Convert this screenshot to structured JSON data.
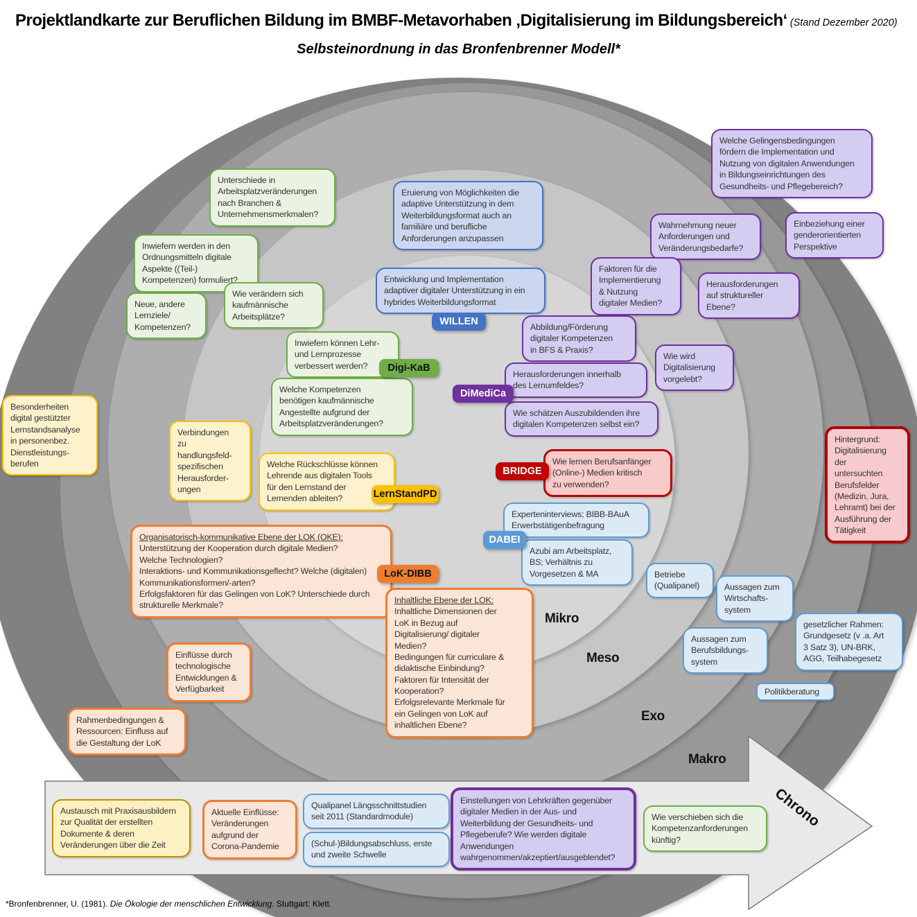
{
  "title": {
    "main": "Projektlandkarte zur Beruflichen Bildung im BMBF-Metavorhaben ‚Digitalisierung im Bildungsbereich‘",
    "stand": " (Stand Dezember 2020)"
  },
  "subtitle": "Selbsteinordnung in das Bronfenbrenner Modell*",
  "rings": {
    "mikro": "Mikro",
    "meso": "Meso",
    "exo": "Exo",
    "makro": "Makro"
  },
  "arrow_label": "Chrono",
  "footnote": {
    "pre": "*Bronfenbrenner, U. (1981). ",
    "italic": "Die Ökologie der menschlichen Entwicklung",
    "post": ". Stuttgart: Klett."
  },
  "project_tags": {
    "willen": "WILLEN",
    "digikab": "Digi-KaB",
    "dimedica": "DiMediCa",
    "bridge": "BRIDGE",
    "lernstandpd": "LernStandPD",
    "dabei": "DABEI",
    "lokdibb": "LoK-DIBB"
  },
  "palette": {
    "green": {
      "border": "#6fad46",
      "fill": "#eaf3e2"
    },
    "blue": {
      "border": "#4472c4",
      "fill": "#ccd7ef"
    },
    "purple": {
      "border": "#7030a0",
      "fill": "#d4cdf1"
    },
    "red": {
      "border": "#c00000",
      "fill": "#f8caca"
    },
    "dark_red": {
      "border": "#b00000",
      "fill": "#f7cbcd"
    },
    "yellow": {
      "border": "#ffc000",
      "fill": "#fdf2cc"
    },
    "gold": {
      "border": "#bf9000",
      "fill": "#fdf0c2"
    },
    "light_blue": {
      "border": "#5b9bd5",
      "fill": "#dceaf6"
    },
    "orange": {
      "border": "#ed7d31",
      "fill": "#fbe5d6"
    },
    "ring_grays": [
      "#818181",
      "#989898",
      "#aeaeae",
      "#c6c6c6",
      "#d6d6d6"
    ],
    "arrow_fill": "#e9e9e9"
  },
  "boxes": {
    "g1": "Unterschiede in\nArbeitsplatzveränderungen\nnach Branchen &\nUnternehmensmerkmalen?",
    "g2": "Inwiefern werden in den\nOrdnungsmitteln digitale\nAspekte ((Teil-)\nKompetenzen) formuliert?",
    "g3": "Neue, andere\nLernziele/\nKompetenzen?",
    "g4": "Wie verändern sich\nkaufmännische\nArbeitsplätze?",
    "g5": "Inwiefern können Lehr-\nund Lernprozesse\nverbessert werden?",
    "g6": "Welche Kompetenzen\nbenötigen kaufmännische\nAngestellte aufgrund der\nArbeitsplatzveränderungen?",
    "g7": "Wie verschieben sich die\nKompetenzanforderungen\nkünftig?",
    "b1": "Eruierung von Möglichkeiten die\nadaptive Unterstützung in dem\nWeiterbildungsformat auch an\nfamiliäre und berufliche\nAnforderungen anzupassen",
    "b2": "Entwicklung und Implementation\nadaptiver digitaler Unterstützung in ein\nhybrides Weiterbildungsformat",
    "p1": "Welche Gelingensbedingungen\nfördern die Implementation und\nNutzung von digitalen Anwendungen\nin Bildungseinrichtungen des\nGesundheits- und Pflegebereich?",
    "p2": "Wahrnehmung neuer\nAnforderungen und\nVeränderungsbedarfe?",
    "p3": "Einbeziehung einer\ngenderorientierten\nPerspektive",
    "p4": "Faktoren für die\nImplementierung\n& Nutzung\ndigitaler Medien?",
    "p5": "Herausforderungen\nauf struktureller\nEbene?",
    "p6": "Abbildung/Förderung\ndigitaler Kompetenzen\nin BFS & Praxis?",
    "p7": "Wie wird\nDigitalisierung\nvorgelebt?",
    "p8": "Herausforderungen innerhalb\ndes Lernumfeldes?",
    "p9": "Wie schätzen Auszubildenden ihre\ndigitalen Kompetenzen selbst ein?",
    "p10": "Einstellungen von Lehrkräften gegenüber\ndigitaler Medien in der Aus- und\nWeiterbildung der Gesundheits- und\nPflegeberufe? Wie werden digitale\nAnwendungen\nwahrgenommen/akzeptiert/ausgeblendet?",
    "r1": "Wie lernen Berufsanfänger\n(Online-) Medien kritisch\nzu verwenden?",
    "r2": "Hintergrund:\nDigitalisierung\nder\nuntersuchten\nBerufsfelder\n(Medizin, Jura,\nLehramt) bei der\nAusführung der\nTätigkeit",
    "y1": "Besonderheiten\ndigital gestützter\nLernstandsanalyse\nin personenbez.\nDienstleistungs-\nberufen",
    "y2": "Verbindungen\nzu\nhandlungsfeld-\nspezifischen\nHerausforder-\nungen",
    "y3": "Welche Rückschlüsse können\nLehrende aus digitalen Tools\nfür den Lernstand der\nLernenden ableiten?",
    "y4": "Austausch mit Praxisausbildern\nzur Qualität der erstellten\nDokumente & deren\nVeränderungen über die Zeit",
    "d1": "Experteninterviews; BIBB-BAuA\nErwerbstätigenbefragung",
    "d2": "Azubi am Arbeitsplatz,\nBS; Verhältnis zu\nVorgesetzen & MA",
    "d3": "Betriebe\n(Qualipanel)",
    "d4": "Aussagen zum\nWirtschafts-\nsystem",
    "d5": "Aussagen zum\nBerufsbildungs-\nsystem",
    "d6": "gesetzlicher Rahmen:\nGrundgesetz (v .a. Art\n3 Satz 3), UN-BRK,\nAGG, Teilhabegesetz",
    "d7": "Politikberatung",
    "d8": "Qualipanel Längsschnittstudien\nseit 2011 (Standardmodule)",
    "d9": "(Schul-)Bildungsabschluss, erste\nund zweite Schwelle",
    "o1_heading": "Organisatorisch-kommunikative Ebene der LOK (OKE):",
    "o1_body": "Unterstützung der Kooperation durch digitale Medien?\nWelche Technologien?\nInteraktions- und Kommunikationsgeflecht? Welche (digitalen)\nKommunikationsformen/-arten?\nErfolgsfaktoren für das Gelingen von LoK? Unterschiede durch\nstrukturelle Merkmale?",
    "o2_heading": "Inhaltliche Ebene der LOK:",
    "o2_body": "Inhaltliche Dimensionen der\nLoK in Bezug auf\nDigitalisierung/ digitaler\nMedien?\nBedingungen für curriculare &\ndidaktische Einbindung?\nFaktoren für Intensität der\nKooperation?\nErfolgsrelevante Merkmale für\nein Gelingen von LoK auf\ninhaltlichen Ebene?",
    "o3": "Einflüsse durch\ntechnologische\nEntwicklungen &\nVerfügbarkeit",
    "o4": "Rahmenbedingungen &\nRessourcen: Einfluss auf\ndie Gestaltung der LoK",
    "o5": "Aktuelle Einflüsse:\nVeränderungen\naufgrund der\nCorona-Pandemie"
  }
}
